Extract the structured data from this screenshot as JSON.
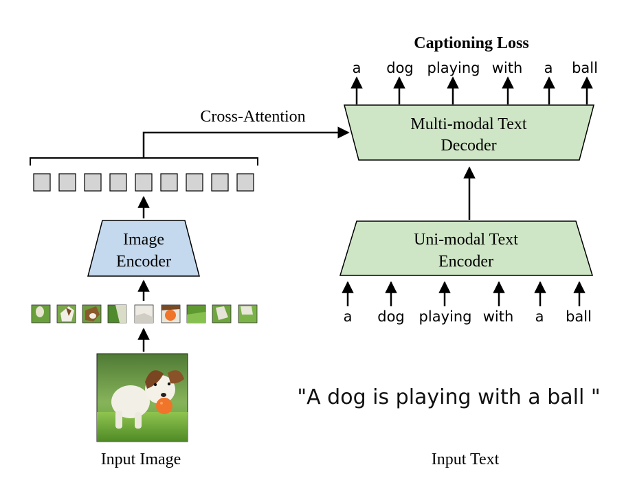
{
  "labels": {
    "captioning_loss": "Captioning Loss",
    "cross_attention": "Cross-Attention",
    "decoder_line1": "Multi-modal Text",
    "decoder_line2": "Decoder",
    "text_encoder_line1": "Uni-modal Text",
    "text_encoder_line2": "Encoder",
    "image_encoder_line1": "Image",
    "image_encoder_line2": "Encoder",
    "input_image": "Input Image",
    "input_text": "Input Text",
    "caption": "\"A dog is playing with a ball \""
  },
  "output_tokens": [
    "a",
    "dog",
    "playing",
    "with",
    "a",
    "ball"
  ],
  "input_tokens": [
    "a",
    "dog",
    "playing",
    "with",
    "a",
    "ball"
  ],
  "colors": {
    "image_encoder_fill": "#c5d9ee",
    "text_block_fill": "#cfe6c6",
    "token_fill": "#d4d4d4",
    "patch_grass": "#6aa03c",
    "patch_orange": "#f0742a"
  }
}
